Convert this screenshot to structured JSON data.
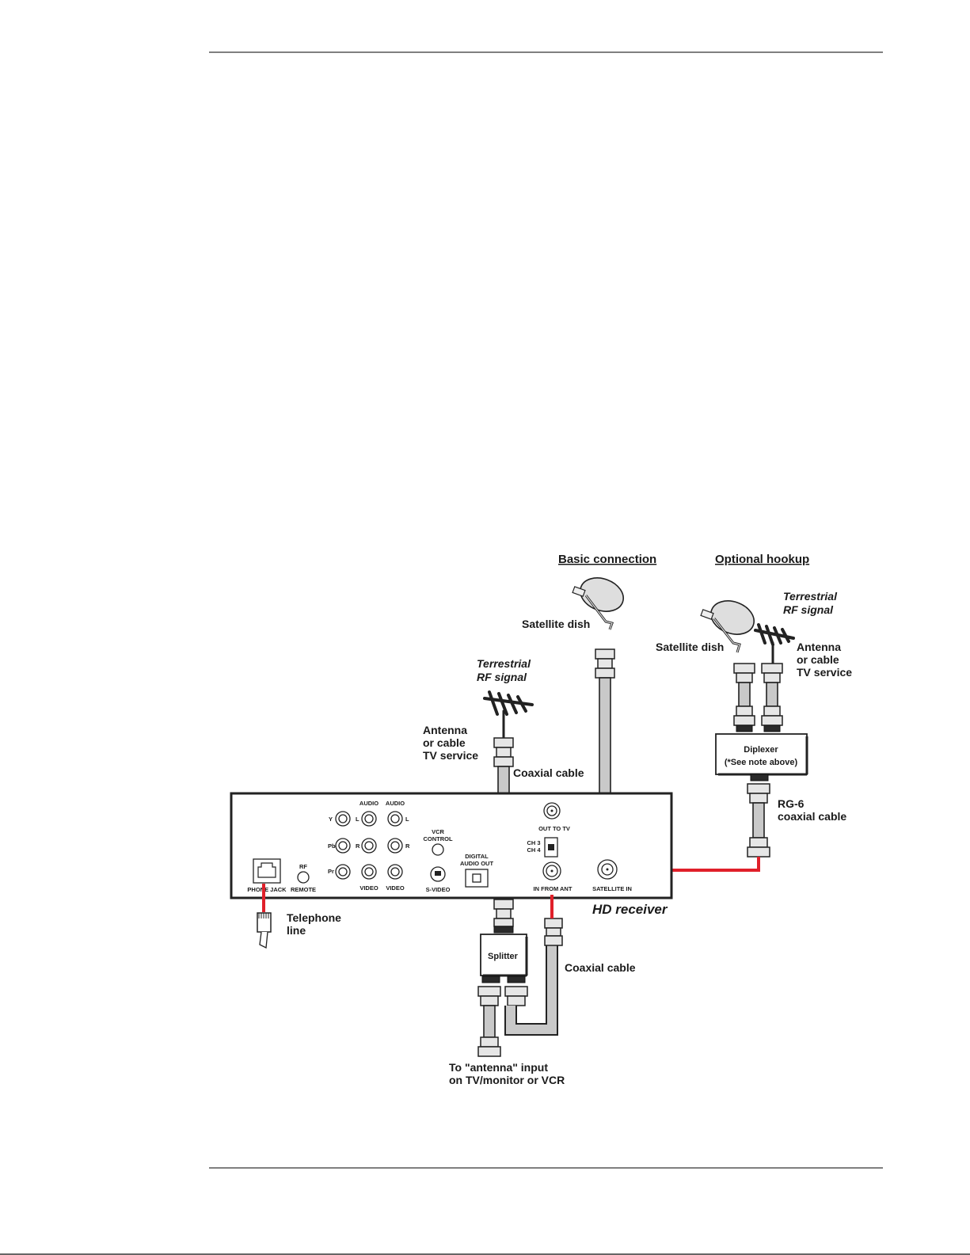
{
  "labels": {
    "basic_connection": "Basic connection",
    "optional_hookup": "Optional hookup",
    "satellite_dish_basic": "Satellite dish",
    "satellite_dish_optional": "Satellite dish",
    "terrestrial_left_1": "Terrestrial",
    "terrestrial_left_2": "RF signal",
    "terrestrial_right_1": "Terrestrial",
    "terrestrial_right_2": "RF signal",
    "antenna_left_1": "Antenna",
    "antenna_left_2": "or cable",
    "antenna_left_3": "TV service",
    "antenna_right_1": "Antenna",
    "antenna_right_2": "or cable",
    "antenna_right_3": "TV service",
    "coaxial_cable_top": "Coaxial cable",
    "coaxial_cable_bottom": "Coaxial cable",
    "diplexer_1": "Diplexer",
    "diplexer_2": "(*See note above)",
    "rg6_1": "RG-6",
    "rg6_2": "coaxial cable",
    "hd_receiver": "HD receiver",
    "telephone_1": "Telephone",
    "telephone_2": "line",
    "splitter": "Splitter",
    "to_antenna_1": "To \"antenna\" input",
    "to_antenna_2": "on TV/monitor or VCR"
  },
  "panel": {
    "audio_1": "AUDIO",
    "audio_2": "AUDIO",
    "y": "Y",
    "pb": "Pb",
    "pr": "Pr",
    "l1": "L",
    "r1": "R",
    "l2": "L",
    "r2": "R",
    "vcr_1": "VCR",
    "vcr_2": "CONTROL",
    "video_1": "VIDEO",
    "video_2": "VIDEO",
    "svideo": "S-VIDEO",
    "digital_1": "DIGITAL",
    "digital_2": "AUDIO OUT",
    "out_to_tv": "OUT TO TV",
    "ch3": "CH 3",
    "ch4": "CH 4",
    "in_from_ant": "IN FROM ANT",
    "satellite_in": "SATELLITE IN",
    "phone_jack": "PHONE JACK",
    "rf": "RF",
    "remote": "REMOTE"
  }
}
